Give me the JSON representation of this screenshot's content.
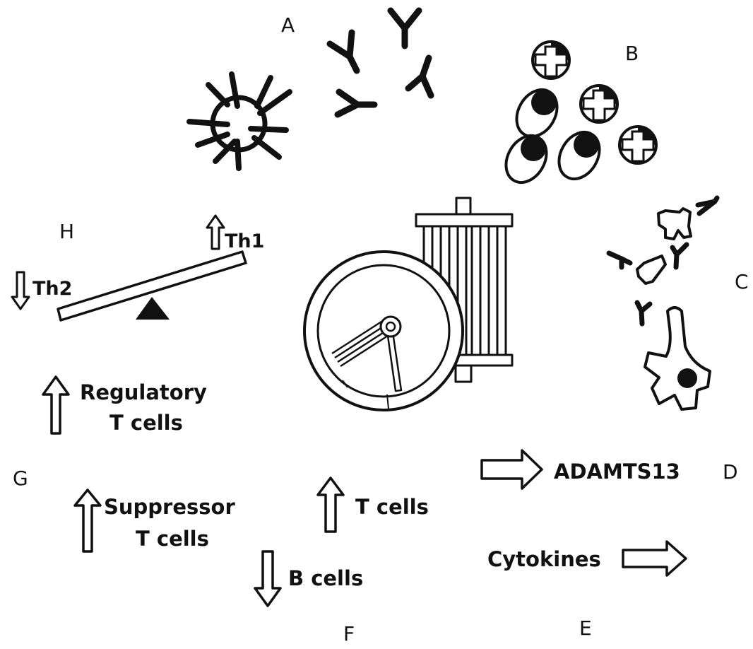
{
  "figure": {
    "panels": {
      "A": "A",
      "B": "B",
      "C": "C",
      "D": "D",
      "E": "E",
      "F": "F",
      "G": "G",
      "H": "H"
    },
    "labels": {
      "th1": "Th1",
      "th2": "Th2",
      "regulatory_line1": "Regulatory",
      "regulatory_line2": "T cells",
      "suppressor_line1": "Suppressor",
      "suppressor_line2": "T cells",
      "t_cells": "T cells",
      "b_cells": "B cells",
      "adamts13": "ADAMTS13",
      "cytokines": "Cytokines"
    },
    "arrows": {
      "th1": "up",
      "th2": "down",
      "regulatory_t_cells": "up",
      "suppressor_t_cells": "up",
      "t_cells": "up",
      "b_cells": "down",
      "adamts13": "right",
      "cytokines": "right"
    },
    "colors": {
      "ink": "#111111",
      "background": "#ffffff"
    }
  }
}
